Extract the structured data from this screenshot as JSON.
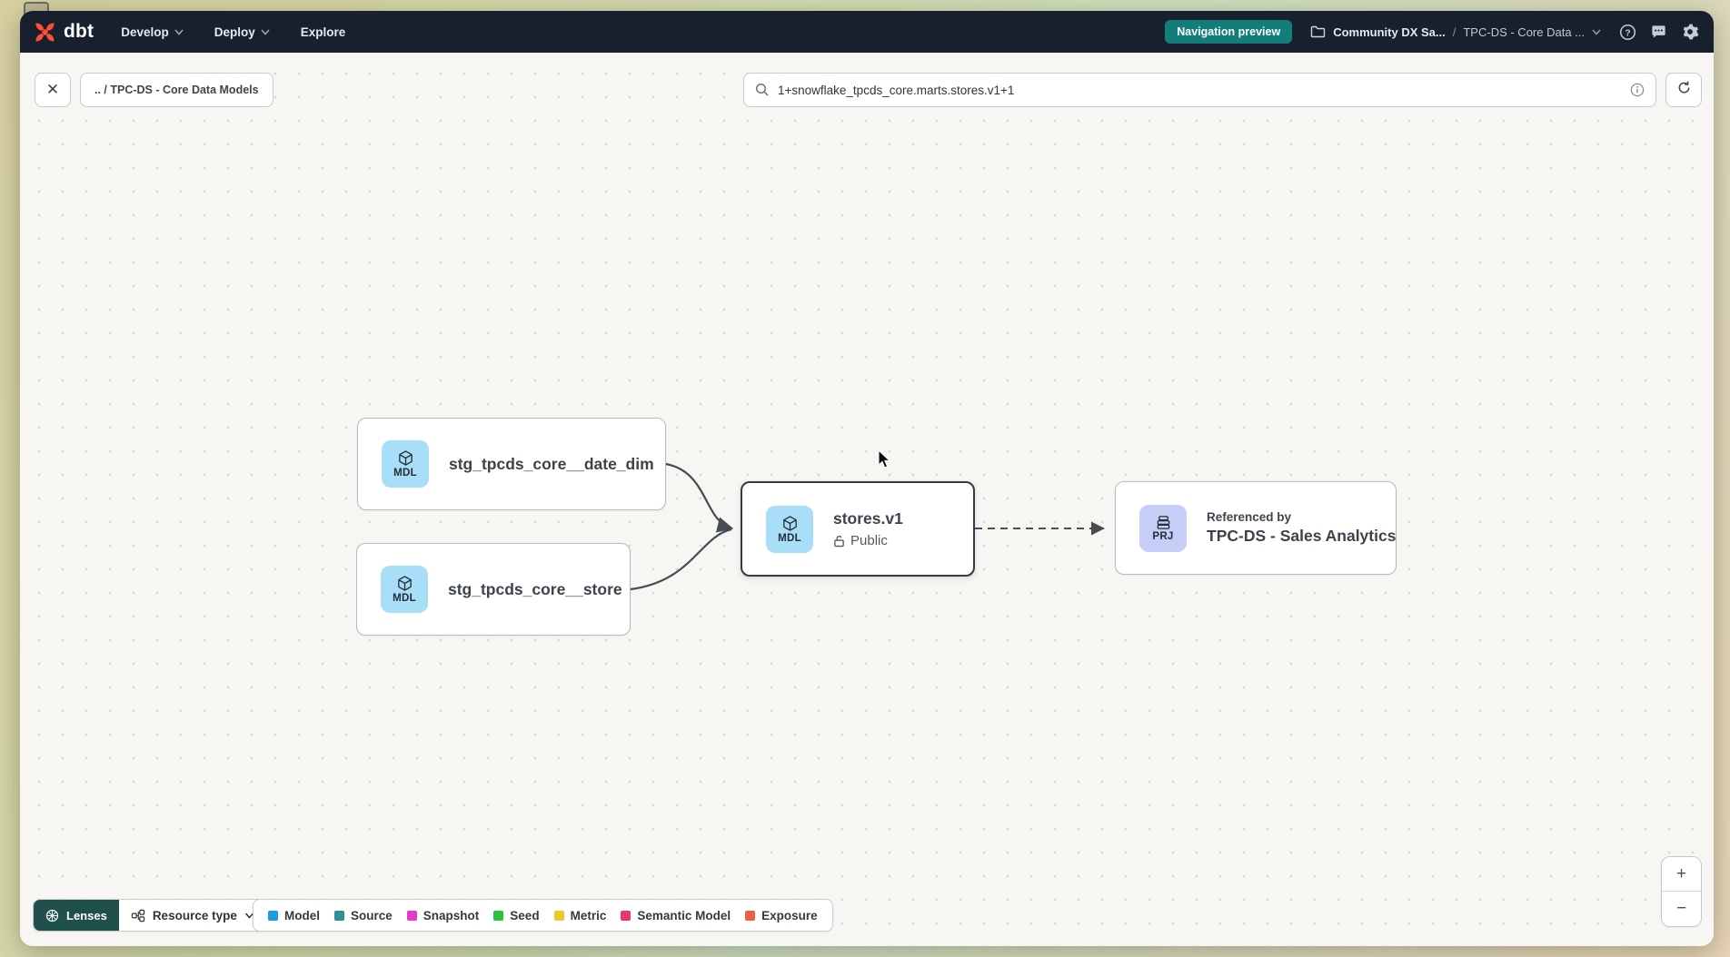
{
  "navbar": {
    "logo_text": "dbt",
    "menu": [
      {
        "label": "Develop"
      },
      {
        "label": "Deploy"
      },
      {
        "label": "Explore"
      }
    ],
    "preview_badge": "Navigation preview",
    "breadcrumb": {
      "project": "Community DX Sa...",
      "separator": "/",
      "environment": "TPC-DS - Core Data ..."
    }
  },
  "toolbar": {
    "close_glyph": "✕",
    "breadcrumb_chip": ".. / TPC-DS - Core Data Models",
    "search": {
      "value": "1+snowflake_tpcds_core.marts.stores.v1+1"
    }
  },
  "graph": {
    "badge_colors": {
      "MDL": "#a9def8",
      "PRJ": "#c6cef8"
    },
    "nodes": {
      "date_dim": {
        "badge": "MDL",
        "label": "stg_tpcds_core__date_dim"
      },
      "store": {
        "badge": "MDL",
        "label": "stg_tpcds_core__store"
      },
      "stores_v1": {
        "badge": "MDL",
        "label": "stores.v1",
        "access": "Public",
        "selected": true
      },
      "project": {
        "badge": "PRJ",
        "kicker": "Referenced by",
        "label": "TPC-DS - Sales Analytics"
      }
    }
  },
  "footer": {
    "lenses_label": "Lenses",
    "resource_type_label": "Resource type",
    "legend": {
      "items": [
        {
          "label": "Model",
          "color": "#1a9ce3"
        },
        {
          "label": "Source",
          "color": "#2f8f95"
        },
        {
          "label": "Snapshot",
          "color": "#e33bc7"
        },
        {
          "label": "Seed",
          "color": "#2dc03c"
        },
        {
          "label": "Metric",
          "color": "#edc52f"
        },
        {
          "label": "Semantic Model",
          "color": "#e83a63"
        },
        {
          "label": "Exposure",
          "color": "#ec5f3f"
        }
      ]
    }
  },
  "zoom_controls": {
    "zoom_in": "+",
    "zoom_out": "−"
  },
  "colors": {
    "navbar_bg": "#18202e",
    "preview_badge_bg": "#137d7b",
    "canvas_bg": "#f7f6f3",
    "edge": "#454c54",
    "selected_border": "#303b49",
    "logo_orange": "#ff4f38"
  }
}
